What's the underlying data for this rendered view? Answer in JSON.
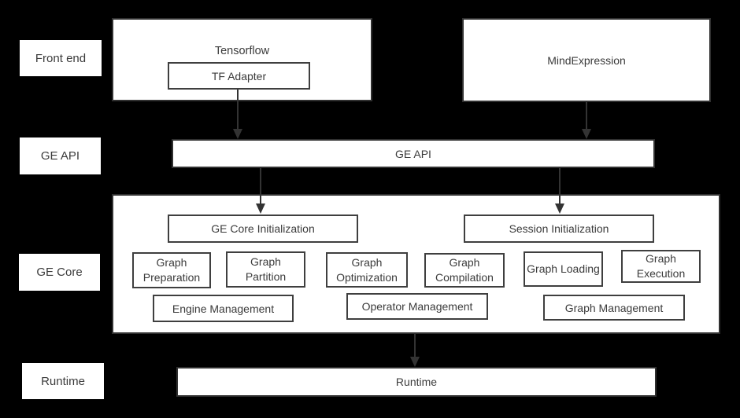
{
  "diagram": {
    "side_labels": {
      "front_end": "Front end",
      "ge_api": "GE API",
      "ge_core": "GE Core",
      "runtime": "Runtime"
    },
    "front_end": {
      "tensorflow_label": "Tensorflow",
      "tf_adapter_label": "TF Adapter",
      "mind_expression_label": "MindExpression"
    },
    "ge_api_bar_label": "GE API",
    "ge_core": {
      "ge_core_init_label": "GE Core Initialization",
      "session_init_label": "Session Initialization",
      "modules": [
        "Graph Preparation",
        "Graph Partition",
        "Graph Optimization",
        "Graph Compilation",
        "Graph Loading",
        "Graph Execution"
      ],
      "management": [
        "Engine Management",
        "Operator Management",
        "Graph Management"
      ]
    },
    "runtime_bar_label": "Runtime",
    "colors": {
      "background": "#000000",
      "box_fill": "#ffffff",
      "box_border": "#303030",
      "text": "#3b3b3b",
      "arrow": "#333333"
    }
  }
}
